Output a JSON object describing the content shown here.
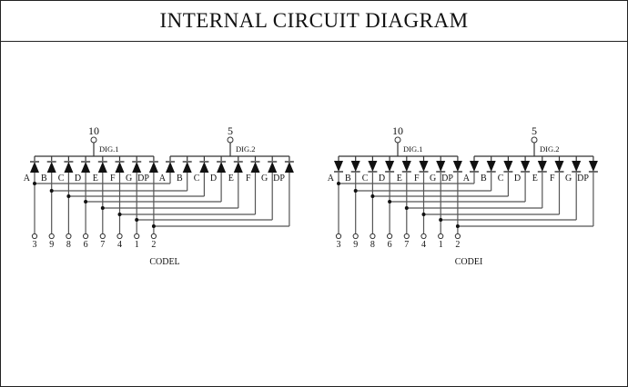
{
  "title": "INTERNAL CIRCUIT DIAGRAM",
  "diagrams": [
    {
      "label": "CODEL",
      "polarity": "anode-up",
      "common_pins": [
        "10",
        "5"
      ],
      "digit_labels": [
        "DIG.1",
        "DIG.2"
      ],
      "segments": [
        "A",
        "B",
        "C",
        "D",
        "E",
        "F",
        "G",
        "DP"
      ],
      "pins": [
        "3",
        "9",
        "8",
        "6",
        "7",
        "4",
        "1",
        "2"
      ]
    },
    {
      "label": "CODEI",
      "polarity": "cathode-down",
      "common_pins": [
        "10",
        "5"
      ],
      "digit_labels": [
        "DIG.1",
        "DIG.2"
      ],
      "segments": [
        "A",
        "B",
        "C",
        "D",
        "E",
        "F",
        "G",
        "DP"
      ],
      "pins": [
        "3",
        "9",
        "8",
        "6",
        "7",
        "4",
        "1",
        "2"
      ]
    }
  ]
}
